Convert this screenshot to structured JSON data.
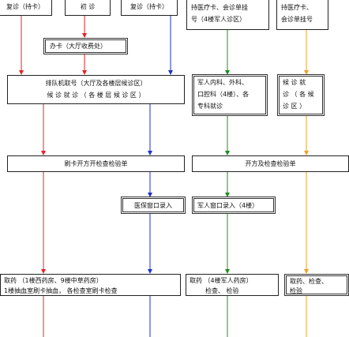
{
  "boxes": {
    "revisit1": "复诊（持卡）",
    "first_visit": "初  诊",
    "revisit2": "复诊（持卡）",
    "military_card_line1": "持医疗卡、会诊单挂",
    "military_card_line2": "号（4楼军人诊区）",
    "consult_card_line1": "持医疗卡、",
    "consult_card_line2": "会诊单挂号",
    "issue_card": "办卡（大厅收费处）",
    "queue_line1": "排队机取号（大厅及各楼层候诊区）",
    "queue_line2": "候 诊 就 诊 （ 各 楼 层 候 诊 区 ）",
    "military_dept_line1": "军人内科、外科、",
    "military_dept_line2": "口腔科（4楼）、各",
    "military_dept_line3": "专科就诊",
    "wait_line1": "候   诊   就",
    "wait_line2": "诊  （ 各 候",
    "wait_line3": "诊  区 ）",
    "swipe_card": "刷卡开方开检查检验单",
    "prescribe": "开方及检查检验单",
    "insurance_window": "医保窗口录入",
    "military_window": "军人窗口录入（4楼）",
    "medicine_line1": "取药      （1楼西药房、9楼中草药房）",
    "medicine_line2": "1楼抽血室刷卡抽血，  各检查室刷卡检查",
    "military_medicine_line1": "取药 （4楼军人药房）",
    "military_medicine_line2": "检查、  检验",
    "consult_medicine_line1": "取药、检查、",
    "consult_medicine_line2": "检验"
  },
  "colors": {
    "red": "#e8202a",
    "blue": "#1f2fd0",
    "green": "#1e8c1e",
    "orange": "#f0a020",
    "border": "#222222"
  }
}
